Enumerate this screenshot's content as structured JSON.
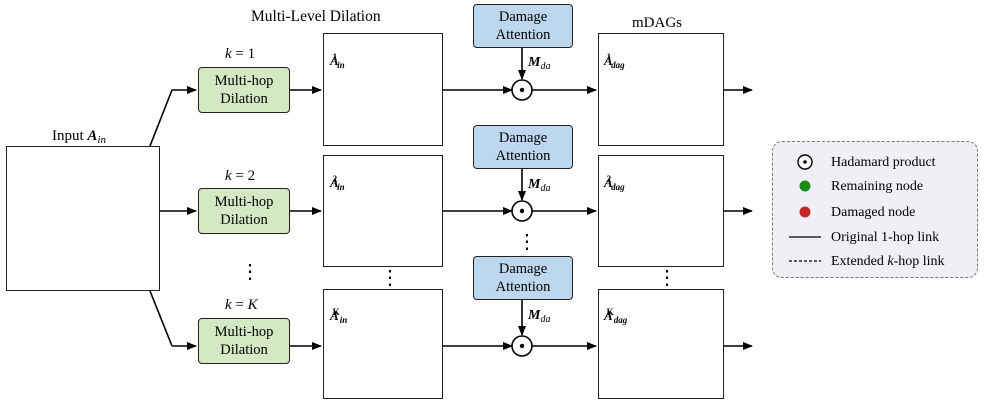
{
  "titles": {
    "section": "Multi-Level Dilation",
    "output": "mDAGs",
    "input_prefix": "Input ",
    "input_matrix": "A",
    "input_sub": "in"
  },
  "rows": [
    {
      "k_label": "k = 1",
      "k_var": "k",
      "k_val": "1",
      "dilation": [
        "Multi-hop",
        "Dilation"
      ],
      "attention": [
        "Damage",
        "Attention"
      ],
      "mask": "M",
      "mask_sub": "da",
      "in_sup": "1",
      "dag_sup": "1"
    },
    {
      "k_label": "k = 2",
      "k_var": "k",
      "k_val": "2",
      "dilation": [
        "Multi-hop",
        "Dilation"
      ],
      "attention": [
        "Damage",
        "Attention"
      ],
      "mask": "M",
      "mask_sub": "da",
      "in_sup": "2",
      "dag_sup": "2"
    },
    {
      "k_label": "k = K",
      "k_var": "k",
      "k_val": "K",
      "dilation": [
        "Multi-hop",
        "Dilation"
      ],
      "attention": [
        "Damage",
        "Attention"
      ],
      "mask": "M",
      "mask_sub": "da",
      "in_sup": "K",
      "dag_sup": "K"
    }
  ],
  "matrix_labels": {
    "letter": "A",
    "in_sub": "in",
    "dag_sub": "dag"
  },
  "legend": {
    "items": [
      {
        "label": "Hadamard product",
        "marker": "hadamard-symbol"
      },
      {
        "label": "Remaining node",
        "marker": "green-dot",
        "color": "#1e8a1e"
      },
      {
        "label": "Damaged node",
        "marker": "red-dot",
        "color": "#c62828"
      },
      {
        "label": "Original 1-hop link",
        "marker": "solid-line"
      },
      {
        "label_prefix": "Extended ",
        "label_var": "k",
        "label_suffix": "-hop link",
        "marker": "dashed-line"
      }
    ]
  },
  "colors": {
    "green_node": "#1e8a1e",
    "red_node": "#c62828",
    "dilation_box": "#d5e8c4",
    "attention_box": "#bdd7ee",
    "legend_bg": "#eef0f5"
  },
  "ellipsis": "⋮"
}
